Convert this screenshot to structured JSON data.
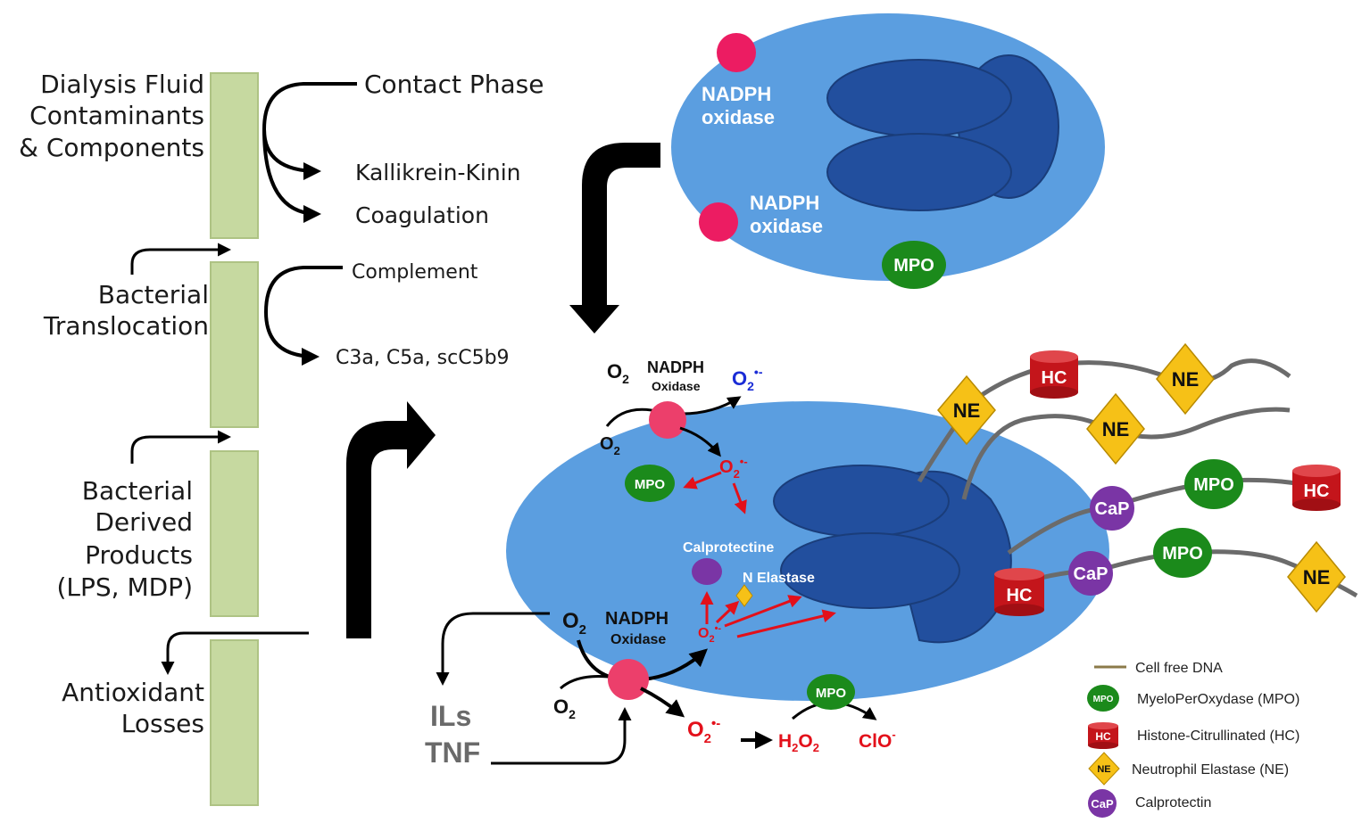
{
  "left": {
    "dialysis_line1": "Dialysis Fluid",
    "dialysis_line2": "Contaminants",
    "dialysis_line3": "& Components",
    "contact_phase": "Contact Phase",
    "kallikrein": "Kallikrein-Kinin",
    "coagulation": "Coagulation",
    "complement": "Complement",
    "c3a": "C3a, C5a, scC5b9",
    "bacterial_line1": "Bacterial",
    "bacterial_line2": "Translocation",
    "derived_line1": "Bacterial",
    "derived_line2": "Derived",
    "derived_line3": "Products",
    "derived_line4": "(LPS, MDP)",
    "antiox_line1": "Antioxidant",
    "antiox_line2": "Losses",
    "ils": "ILs",
    "tnf": "TNF"
  },
  "top_cell": {
    "nadph1_line1": "NADPH",
    "nadph1_line2": "oxidase",
    "nadph2_line1": "NADPH",
    "nadph2_line2": "oxidase",
    "mpo": "MPO"
  },
  "bottom_cell": {
    "o2": "O",
    "o2_sub": "2",
    "nadph_top": "NADPH",
    "oxidase_top": "Oxidase",
    "superoxide": "O",
    "superoxide_sub": "2",
    "superoxide_sup": "•-",
    "mpo_in": "MPO",
    "calprotectine": "Calprotectine",
    "n_elastase": "N Elastase",
    "nadph_bottom": "NADPH",
    "oxidase_bottom": "Oxidase",
    "h2o2": "H",
    "h2o2_sub": "2",
    "h2o2_tail": "O",
    "h2o2_sub2": "2",
    "clo": "ClO",
    "clo_sup": "-",
    "mpo_out": "MPO"
  },
  "net": {
    "ne": "NE",
    "hc": "HC",
    "mpo": "MPO",
    "cap": "CaP"
  },
  "legend": {
    "dna": "Cell free DNA",
    "mpo_icon": "MPO",
    "mpo": "MyeloPerOxydase (MPO)",
    "hc_icon": "HC",
    "hc": "Histone-Citrullinated (HC)",
    "ne_icon": "NE",
    "ne": "Neutrophil Elastase (NE)",
    "cap_icon": "CaP",
    "cap": "Calprotectin"
  },
  "colors": {
    "cell": "#5b9ee0",
    "nucleus": "#224f9e",
    "nucleus_edge": "#1a3d7a",
    "bar": "#c6d9a0",
    "bar_edge": "#aec384",
    "nadph": "#ec3f6b",
    "mpo": "#1b8a1b",
    "hc": "#c4151b",
    "ne": "#f6c117",
    "cap": "#7a35a5",
    "dna": "#6b6b6b",
    "red_arrow": "#e3101a",
    "superoxide_blue": "#1a2cd6",
    "legend_dna": "#8b7a4a"
  }
}
